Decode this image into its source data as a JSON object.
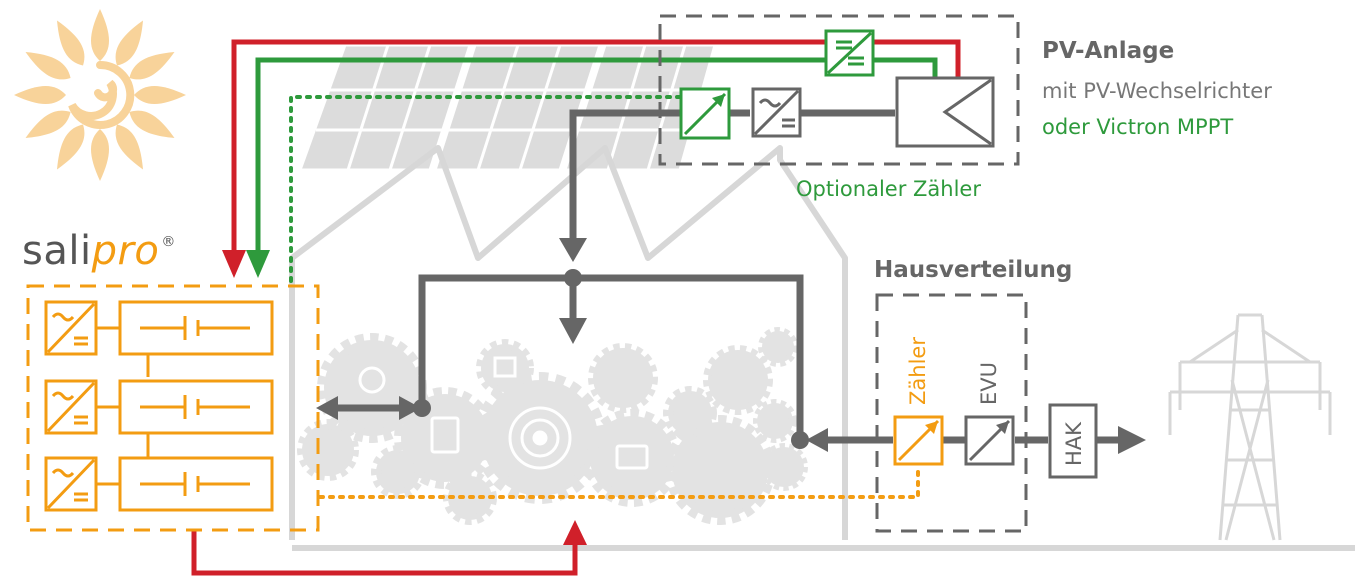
{
  "brand": {
    "name_plain": "sali",
    "name_italic": "pro",
    "mark": "®"
  },
  "pv": {
    "title": "PV-Anlage",
    "line1": "mit PV-Wechselrichter",
    "line2": "oder Victron MPPT"
  },
  "optional_meter_label": "Optionaler Zähler",
  "house_distribution": {
    "title": "Hausverteilung",
    "meter_label": "Zähler",
    "evu_label": "EVU",
    "hak_label": "HAK"
  },
  "colors": {
    "orange": "#f39c12",
    "green": "#2e9a3c",
    "red": "#d0202a",
    "dark_gray": "#666666",
    "light_gray": "#d7d7d7"
  },
  "icons": [
    "sun-icon",
    "solar-panel-icon",
    "factory-gears-icon",
    "power-pylon-icon",
    "battery-icon",
    "inverter-icon",
    "meter-icon"
  ]
}
